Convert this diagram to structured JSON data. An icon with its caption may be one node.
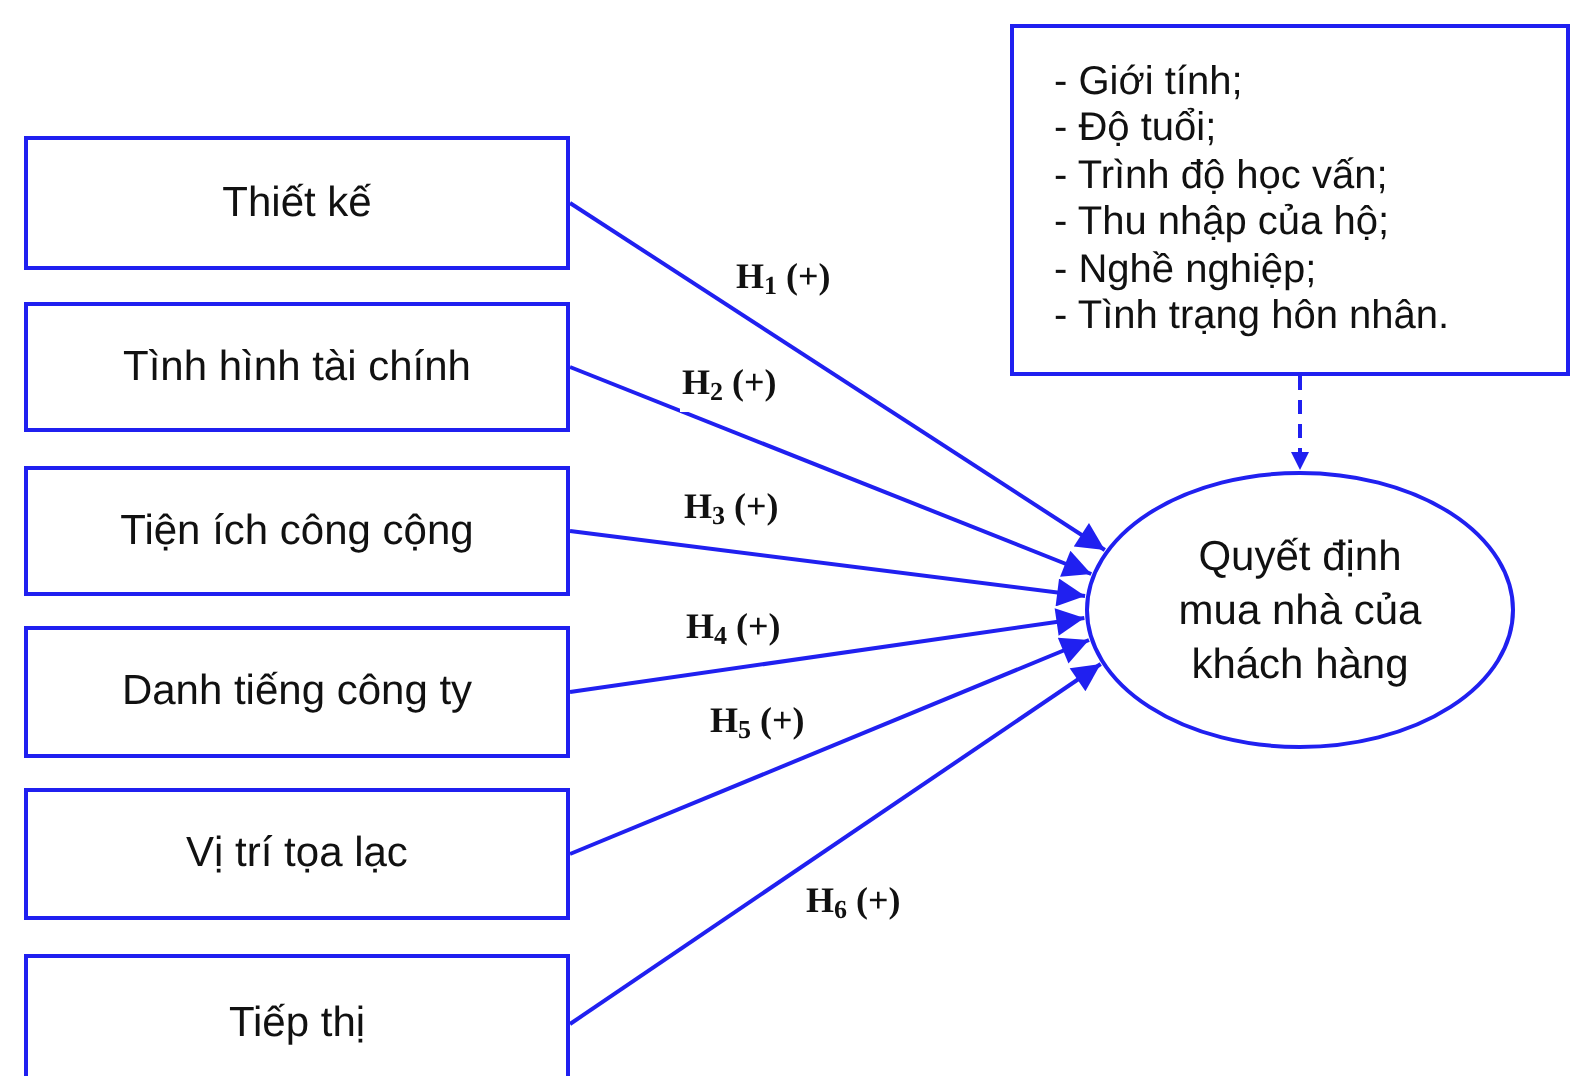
{
  "diagram": {
    "nodes": [
      {
        "text": [
          "Thiết kế"
        ]
      },
      {
        "text": [
          "Tình hình tài chính"
        ]
      },
      {
        "text": [
          "Tiện ích công cộng"
        ]
      },
      {
        "text": [
          "Danh tiếng công ty"
        ]
      },
      {
        "text": [
          "Vị trí tọa lạc"
        ]
      },
      {
        "text": [
          "Tiếp thị"
        ]
      },
      {
        "text": [
          "- Giới tính;",
          "- Độ tuổi;",
          "- Trình độ học vấn;",
          "- Thu nhập của hộ;",
          "- Nghề nghiệp;",
          "- Tình trạng hôn nhân."
        ]
      },
      {
        "text": [
          "Quyết định mua nhà của khách hàng"
        ]
      }
    ],
    "edges": [
      {
        "from": 0,
        "to": 7,
        "arrow": "to",
        "label": "H$_{1}$ (+)"
      },
      {
        "from": 1,
        "to": 7,
        "arrow": "to",
        "label": "H$_{2}$ (+)"
      },
      {
        "from": 2,
        "to": 7,
        "arrow": "to",
        "label": "H$_{3}$ (+)"
      },
      {
        "from": 3,
        "to": 7,
        "arrow": "to",
        "label": "H$_{4}$ (+)"
      },
      {
        "from": 4,
        "to": 7,
        "arrow": "to",
        "label": "H$_{5}$ (+)"
      },
      {
        "from": 5,
        "to": 7,
        "arrow": "to",
        "label": "H$_{6}$ (+)"
      },
      {
        "from": 6,
        "to": 7,
        "arrow": "to",
        "style": "dashed"
      }
    ]
  }
}
